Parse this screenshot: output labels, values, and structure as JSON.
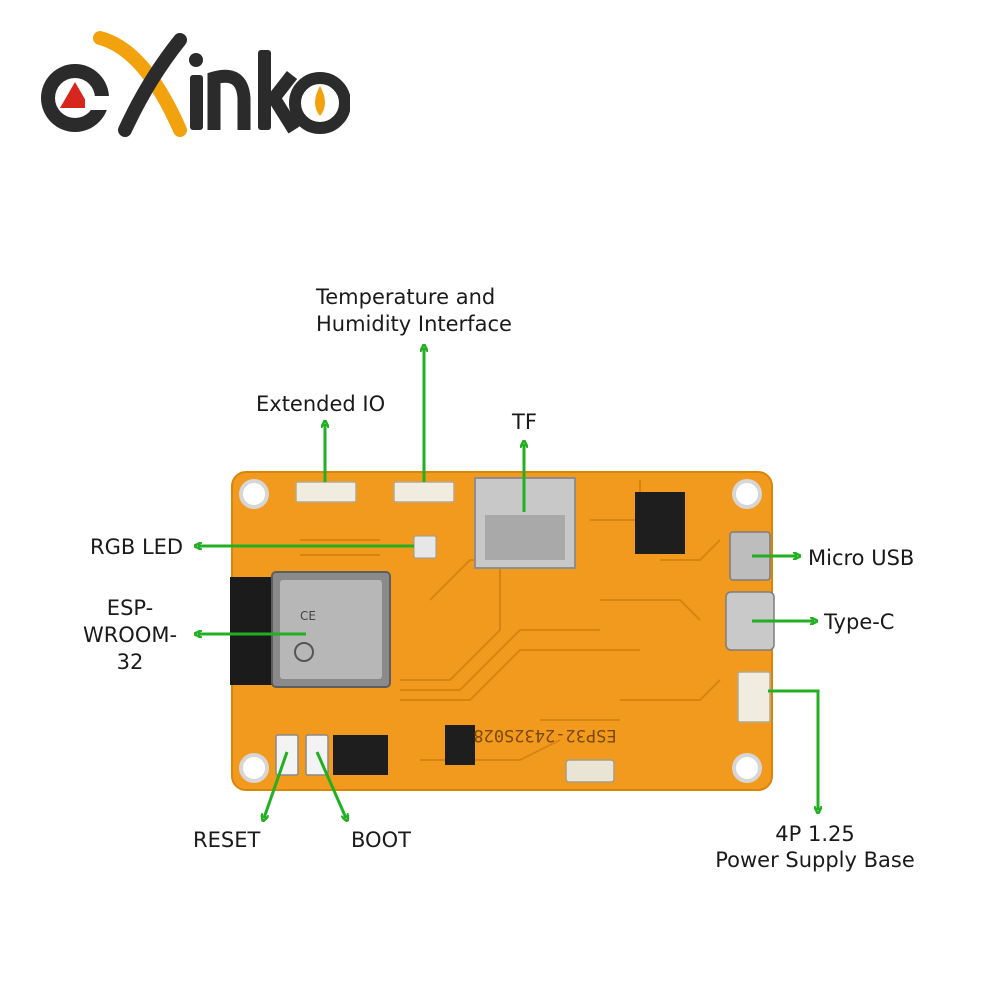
{
  "brand": {
    "name": "eXinKo",
    "colors": {
      "dark": "#2b2b2b",
      "accent": "#f2a20c",
      "red": "#d7261e"
    }
  },
  "board": {
    "silkscreen_model": "ESP32-2432S028",
    "colors": {
      "pcb": "#f29a1e",
      "trace": "#d8850f",
      "module": "#8a8a8a",
      "connector": "#f1ece0"
    }
  },
  "labels": {
    "temp_humidity_line1": "Temperature and",
    "temp_humidity_line2": "Humidity Interface",
    "extended_io": "Extended IO",
    "tf": "TF",
    "rgb_led": "RGB LED",
    "esp_line1": "ESP-",
    "esp_line2": "WROOM-",
    "esp_line3": "32",
    "micro_usb": "Micro USB",
    "type_c": "Type-C",
    "reset": "RESET",
    "boot": "BOOT",
    "power_line1": "4P 1.25",
    "power_line2": "Power Supply Base"
  },
  "arrow_color": "#22b022"
}
